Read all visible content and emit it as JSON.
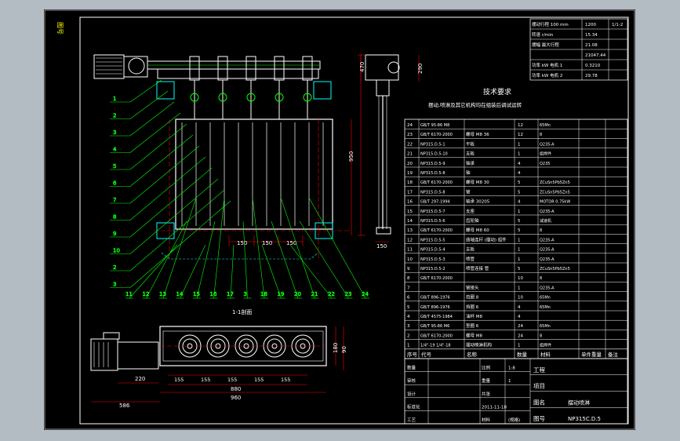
{
  "title_block": {
    "rows": [
      {
        "label": "数量",
        "value": ""
      },
      {
        "label": "审核",
        "value": ""
      },
      {
        "label": "设计",
        "value": ""
      },
      {
        "label": "标准化",
        "value": ""
      },
      {
        "label": "工艺",
        "value": ""
      }
    ],
    "project_label": "工程",
    "item_label": "项目",
    "drawing_name_label": "图名",
    "drawing_name": "摆动喷淋",
    "drawing_no_label": "图号",
    "drawing_no": "NP315C.D.5",
    "scale_label": "比例",
    "scale": "1:8",
    "weight_label": "重量",
    "weight": "1",
    "sheet_label": "共张",
    "date": "2011-11-18",
    "material_label": "材料",
    "material_value": "(规格)"
  },
  "bom_header": [
    "序号",
    "代号",
    "名称",
    "数量",
    "材料",
    "单件重量",
    "备注"
  ],
  "bom_rows": [
    {
      "no": "24",
      "code": "GB/T 95-86 M8",
      "name": "",
      "qty": "12",
      "mat": "65Mn"
    },
    {
      "no": "23",
      "code": "GB/T 6170-2000",
      "name": "螺母 M8 36",
      "qty": "12",
      "mat": "8"
    },
    {
      "no": "22",
      "code": "NP315.D.5-1",
      "name": "平板",
      "qty": "1",
      "mat": "Q235-A"
    },
    {
      "no": "21",
      "code": "NP315.D.5-10",
      "name": "支板",
      "qty": "1",
      "mat": "组焊件"
    },
    {
      "no": "20",
      "code": "NP315.D.5-9",
      "name": "轴承",
      "qty": "4",
      "mat": "Q235"
    },
    {
      "no": "19",
      "code": "NP315.D.5-8",
      "name": "轴",
      "qty": "4",
      "mat": ""
    },
    {
      "no": "18",
      "code": "GB/T 6170-2000",
      "name": "螺母 M8 30",
      "qty": "5",
      "mat": "ZCuSn5Pb5Zn5"
    },
    {
      "no": "17",
      "code": "NP315.D.5-8",
      "name": "管",
      "qty": "5",
      "mat": "ZCuSn5Pb5Zn5"
    },
    {
      "no": "16",
      "code": "GB/T 297-1994",
      "name": "轴承 30205",
      "qty": "4",
      "mat": "MOTOR 0.75kW"
    },
    {
      "no": "15",
      "code": "NP315.D.5-7",
      "name": "支座",
      "qty": "1",
      "mat": "Q235-A"
    },
    {
      "no": "14",
      "code": "NP315.D.5-6",
      "name": "齿轮轴",
      "qty": "5",
      "mat": "减速机"
    },
    {
      "no": "13",
      "code": "GB/T 6170-2000",
      "name": "螺母 M8 60",
      "qty": "5",
      "mat": "8"
    },
    {
      "no": "12",
      "code": "NP315.D.5-5",
      "name": "曲轴连杆 (摆动) 组件",
      "qty": "1",
      "mat": "Q235-A"
    },
    {
      "no": "11",
      "code": "NP315.D.5-4",
      "name": "支板",
      "qty": "1",
      "mat": "Q235-A"
    },
    {
      "no": "10",
      "code": "NP315.D.5-3",
      "name": "喷管",
      "qty": "1",
      "mat": "Q235-A"
    },
    {
      "no": "9",
      "code": "NP315.D.5-2",
      "name": "喷管连接 管",
      "qty": "5",
      "mat": "ZCuSn5Pb5Zn5"
    },
    {
      "no": "8",
      "code": "GB/T 6170-2000",
      "name": "",
      "qty": "10",
      "mat": "8"
    },
    {
      "no": "7",
      "code": "",
      "name": "管接头",
      "qty": "1",
      "mat": "Q235-A"
    },
    {
      "no": "6",
      "code": "GB/T 896-1976",
      "name": "挡圈 8",
      "qty": "10",
      "mat": "65Mn"
    },
    {
      "no": "5",
      "code": "GB/T 896-1976",
      "name": "挡圈 6",
      "qty": "4",
      "mat": "65Mn"
    },
    {
      "no": "4",
      "code": "GB/T 4575-1984",
      "name": "油杯 M8",
      "qty": "4",
      "mat": ""
    },
    {
      "no": "3",
      "code": "GB/T 95-86 M6",
      "name": "垫圈 6",
      "qty": "24",
      "mat": "65Mn"
    },
    {
      "no": "2",
      "code": "GB/T 6170-2000",
      "name": "螺母 M8",
      "qty": "24",
      "mat": "8"
    },
    {
      "no": "1",
      "code": "1/4\"-19 1/4\"-18",
      "name": "摆动喷淋机构",
      "qty": "1",
      "mat": "组焊件"
    }
  ],
  "tech_requirements": {
    "title": "技术要求",
    "line1": "摆动,喷淋及其它机构均在组装后调试运转"
  },
  "spec_table": [
    {
      "label": "摆动行程 100 mm",
      "v1": "1200",
      "v2": "1/1-2"
    },
    {
      "label": "转速 r/min",
      "v1": "15.34",
      "v2": ""
    },
    {
      "label": "摆幅 最大行程",
      "v1": "21.08",
      "v2": ""
    },
    {
      "label": "",
      "v1": "21047.44",
      "v2": ""
    },
    {
      "label": "功率 kW 电机 1",
      "v1": "0.3210",
      "v2": ""
    },
    {
      "label": "功率 kW 电机 2",
      "v1": "29.78",
      "v2": ""
    }
  ],
  "balloons_left": [
    "1",
    "2",
    "3",
    "4",
    "5",
    "6",
    "7",
    "8",
    "9",
    "10",
    "2",
    "3"
  ],
  "balloons_bottom": [
    "11",
    "12",
    "13",
    "14",
    "15",
    "16",
    "17",
    "3",
    "18",
    "19",
    "20",
    "21",
    "22",
    "23",
    "24"
  ],
  "dimensions": {
    "front_pitch": [
      "150",
      "150",
      "150"
    ],
    "side_height": "950",
    "side_top": "470",
    "side_right": "290",
    "side_bottom": "150",
    "plan_pitch": [
      "155",
      "155",
      "155",
      "155",
      "155"
    ],
    "plan_total": "880",
    "plan_overall": "960",
    "plan_motor": "220",
    "plan_left": "586",
    "plan_right": [
      "180",
      "90"
    ]
  },
  "section_label": "1-1剖面",
  "corner_mark": "图号"
}
